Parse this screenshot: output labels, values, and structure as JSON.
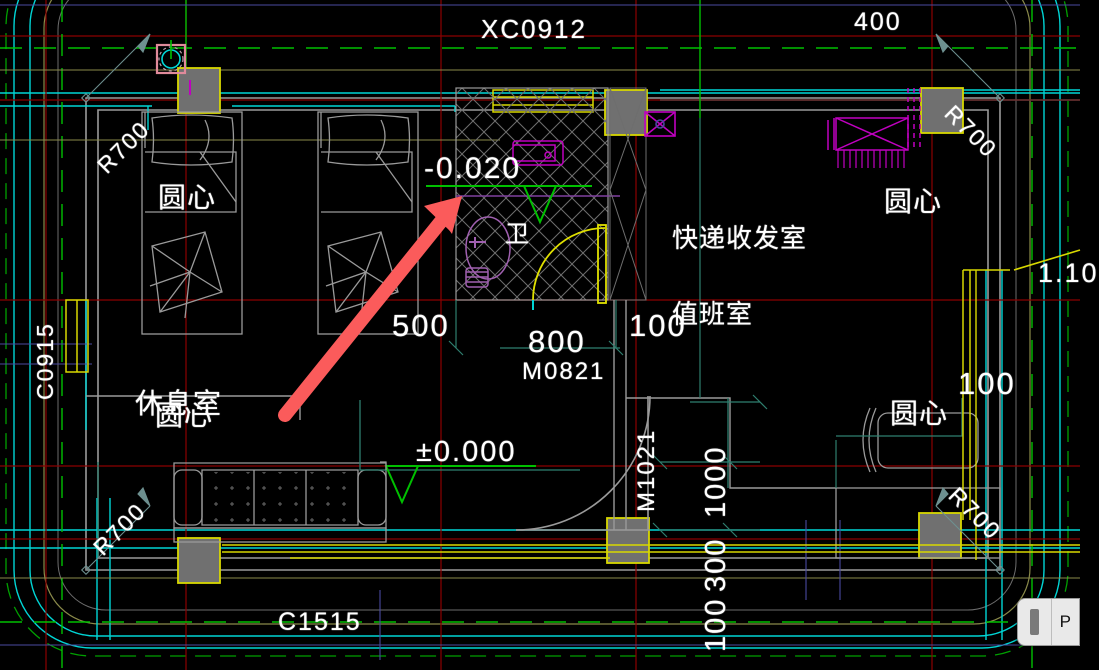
{
  "app": {
    "type": "cad-floor-plan-viewer",
    "background_color": "#000000"
  },
  "colors": {
    "wall_gray": "#9a9a9a",
    "axis_red": "#8b0000",
    "cyan": "#00d5d5",
    "green_dash": "#00c000",
    "yellow": "#d8d800",
    "magenta": "#c000c0",
    "olive": "#8a8a4a",
    "teal_dim": "#2f7f6f",
    "arrow_red": "#fb5b5b",
    "hatch_gray": "#6e6e6e",
    "blue": "#4a4aa0",
    "pink_highlight": "#e08a9a",
    "door_yellow": "#e0e000"
  },
  "annotations": {
    "window_top": "XC0912",
    "window_bottom": "C1515",
    "window_left": "C0915",
    "dim_top_right": "400",
    "dim_500": "500",
    "dim_800": "800",
    "dim_100_mid": "100",
    "dim_100_right": "100",
    "door_bath": "M0821",
    "door_main": "M1021",
    "dim_v_1000": "1000",
    "dim_v_300": "300",
    "dim_v_100": "100",
    "elev_bath": "-0.020",
    "elev_main": "±0.000",
    "elev_right": "1.10",
    "radius_tl": "R700",
    "radius_tr": "R700",
    "radius_bl": "R700",
    "radius_br": "R700"
  },
  "room_labels": {
    "rest_room": "休息室",
    "bathroom": "卫",
    "express_room": "快递收发室",
    "duty_room": "值班室",
    "center_tl": "圆心",
    "center_tr": "圆心",
    "center_bl": "圆心",
    "center_br": "圆心"
  },
  "osd": {
    "handle_icon": "drag-handle-icon",
    "text": "P"
  }
}
